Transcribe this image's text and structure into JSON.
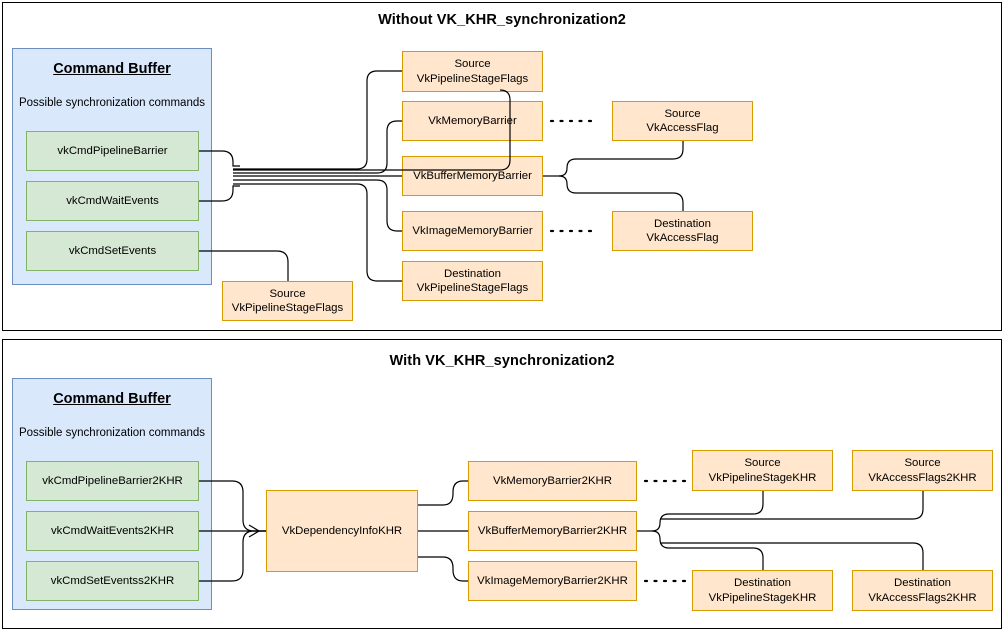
{
  "sections": [
    {
      "id": "without",
      "title": "Without VK_KHR_synchronization2",
      "command_buffer": {
        "title": "Command Buffer",
        "subtitle": "Possible synchronization commands",
        "commands": [
          {
            "label": "vkCmdPipelineBarrier"
          },
          {
            "label": "vkCmdWaitEvents"
          },
          {
            "label": "vkCmdSetEvents"
          }
        ]
      },
      "nodes": [
        {
          "id": "src-stage-top",
          "label": "Source\nVkPipelineStageFlags"
        },
        {
          "id": "memory-barrier",
          "label": "VkMemoryBarrier"
        },
        {
          "id": "buffer-memory-barrier",
          "label": "VkBufferMemoryBarrier"
        },
        {
          "id": "image-memory-barrier",
          "label": "VkImageMemoryBarrier"
        },
        {
          "id": "dst-stage",
          "label": "Destination\nVkPipelineStageFlags"
        },
        {
          "id": "src-access",
          "label": "Source\nVkAccessFlag"
        },
        {
          "id": "dst-access",
          "label": "Destination\nVkAccessFlag"
        },
        {
          "id": "src-stage-events",
          "label": "Source\nVkPipelineStageFlags"
        }
      ]
    },
    {
      "id": "with",
      "title": "With VK_KHR_synchronization2",
      "command_buffer": {
        "title": "Command Buffer",
        "subtitle": "Possible synchronization commands",
        "commands": [
          {
            "label": "vkCmdPipelineBarrier2KHR"
          },
          {
            "label": "vkCmdWaitEvents2KHR"
          },
          {
            "label": "vkCmdSetEventss2KHR"
          }
        ]
      },
      "nodes": [
        {
          "id": "dependency-info",
          "label": "VkDependencyInfoKHR"
        },
        {
          "id": "memory-barrier2",
          "label": "VkMemoryBarrier2KHR"
        },
        {
          "id": "buffer-memory-barrier2",
          "label": "VkBufferMemoryBarrier2KHR"
        },
        {
          "id": "image-memory-barrier2",
          "label": "VkImageMemoryBarrier2KHR"
        },
        {
          "id": "src-stage2",
          "label": "Source\nVkPipelineStageKHR"
        },
        {
          "id": "src-access2",
          "label": "Source\nVkAccessFlags2KHR"
        },
        {
          "id": "dst-stage2",
          "label": "Destination\nVkPipelineStageKHR"
        },
        {
          "id": "dst-access2",
          "label": "Destination\nVkAccessFlags2KHR"
        }
      ]
    }
  ],
  "colors": {
    "command_buffer_fill": "#dae8fc",
    "command_buffer_border": "#6c8ebf",
    "command_fill": "#d5e8d4",
    "command_border": "#82b366",
    "node_fill": "#ffe6cc",
    "node_border": "#d79b00",
    "panel_border": "#000000",
    "connector": "#000000",
    "text": "#000000"
  }
}
